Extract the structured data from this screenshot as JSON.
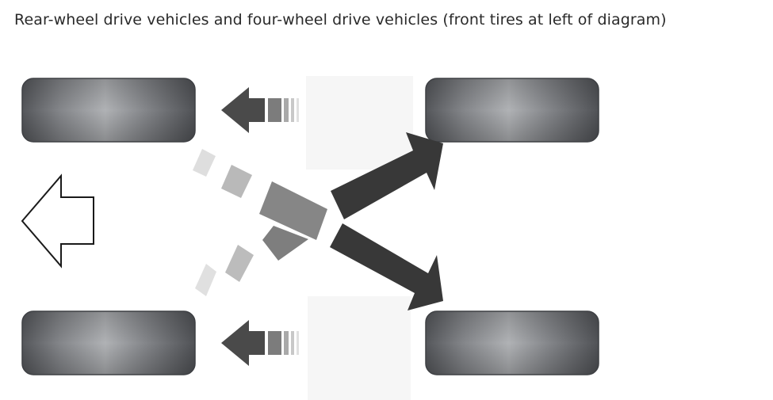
{
  "title": "Rear-wheel drive vehicles and four-wheel drive vehicles (front tires at left of diagram)",
  "colors": {
    "tire_dark": "#5a5c60",
    "tire_light": "#a9abae",
    "arrow_dark": "#383838",
    "arrow_mid": "#7a7a7a",
    "arrow_light": "#b5b5b5",
    "arrow_faint": "#dcdcdc",
    "outline": "#1a1a1a"
  },
  "tires": [
    {
      "name": "front-left"
    },
    {
      "name": "front-right"
    },
    {
      "name": "rear-left"
    },
    {
      "name": "rear-right"
    }
  ],
  "icons": [
    "direction-of-travel-outline-arrow",
    "tire-shift-arrow",
    "tire-rotation-cross-arrow"
  ]
}
